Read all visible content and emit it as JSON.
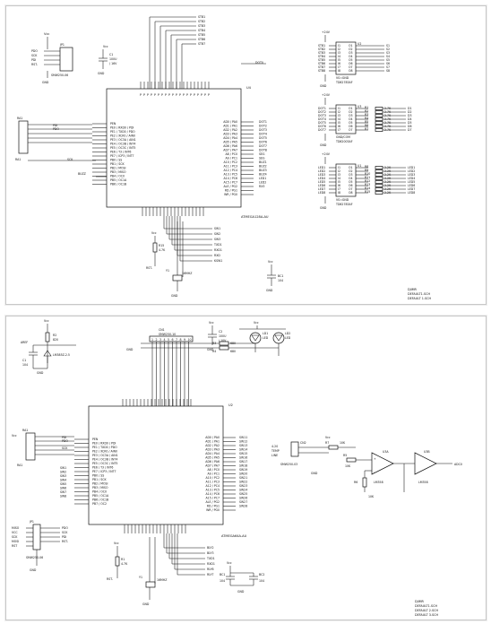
{
  "sheet1": {
    "mcu": {
      "ref": "U4",
      "part": "ATMEGA128A-AU",
      "left_pins": [
        "PEN",
        "PE0 / RXD0 / PDI",
        "PE1 / TXD0 / PDO",
        "PE2 / XCK0 / AIN0",
        "PE3 / OC3A / AIN1",
        "PE4 / OC3B / INT4",
        "PE5 / OC3C / INT5",
        "PE6 / T3 / INT6",
        "PE7 / ICP3 / INT7",
        "PB0 / SS",
        "PB1 / SCK",
        "PB2 / MOSI",
        "PB3 / MISO",
        "PB4 / OC0",
        "PB5 / OC1A",
        "PB6 / OC1B"
      ],
      "right_pins": [
        "AD0 / PA0",
        "AD1 / PA1",
        "AD2 / PA2",
        "AD3 / PA3",
        "AD4 / PA4",
        "AD5 / PA5",
        "AD6 / PA6",
        "AD7 / PA7",
        "A8 / PC0",
        "A9 / PC1",
        "A10 / PC2",
        "A11 / PC3",
        "A12 / PC4",
        "A13 / PC5",
        "A14 / PC6",
        "A15 / PC7",
        "ALE / PG2",
        "RD / PG1",
        "WR / PG0"
      ]
    },
    "isp_header": {
      "ref": "JP1",
      "part": "SMW250-06",
      "nets": [
        "PDO",
        "SCK",
        "PDI",
        "RST-"
      ]
    },
    "header_ra1": {
      "ref": "RA1",
      "pins": [
        "PDI",
        "PDO",
        "",
        "",
        "SCK"
      ]
    },
    "cap_c1": {
      "ref": "C1",
      "value": "100U",
      "voltage": "/ 16V"
    },
    "top_nets": [
      "STB1",
      "STB2",
      "STB3",
      "STB4",
      "STB5",
      "STB6",
      "STB7"
    ],
    "right_nets": [
      "DOT1",
      "DOT2",
      "DOT3",
      "DOT4",
      "DOT5",
      "DOT6",
      "DOT7",
      "DOT8",
      "SEG",
      "SEG",
      "BUZ1",
      "BUZ2",
      "BUZ3",
      "BUZ4",
      "LED1",
      "LED2",
      "RX3"
    ],
    "misc_labels": {
      "buzz": "BUZZ",
      "sck": "SCK",
      "rst": "RST-",
      "dotn": "DOT0"
    },
    "bottom_nets": [
      "SW1",
      "SW2",
      "SW3",
      "TXD1",
      "RXD1",
      "RXD",
      "KSW1"
    ],
    "crystal": {
      "ref": "Y1",
      "freq": "16MHZ"
    },
    "resistor_r15": {
      "ref": "R15",
      "value": "4.7K"
    },
    "cap_bc1": {
      "ref": "BC1",
      "value": "104"
    },
    "driver_u2": {
      "ref": "U2",
      "part": "TD62783AF",
      "pins_in": [
        "I1",
        "I2",
        "I3",
        "I4",
        "I5",
        "I6",
        "I7",
        "I8"
      ],
      "pins_out": [
        "O1",
        "O2",
        "O3",
        "O4",
        "O5",
        "O6",
        "O7",
        "O8"
      ],
      "nets_in": [
        "STB1",
        "STB2",
        "STB3",
        "STB4",
        "STB5",
        "STB6",
        "STB7",
        "STB8"
      ],
      "nets_out": [
        "S1",
        "S2",
        "S3",
        "S4",
        "S5",
        "S6",
        "S7",
        "S8"
      ],
      "supply": "+24V",
      "footer": "VS=GND"
    },
    "driver_u3": {
      "ref": "U3",
      "part": "TD62003AF",
      "pins_in": [
        "I1",
        "I2",
        "I3",
        "I4",
        "I5",
        "I6",
        "I7"
      ],
      "pins_out": [
        "O1",
        "O2",
        "O3",
        "O4",
        "O5",
        "O6",
        "O7"
      ],
      "nets_in": [
        "DOT1",
        "DOT2",
        "DOT3",
        "DOT4",
        "DOT5",
        "DOT6",
        "DOT7"
      ],
      "r_refs": [
        "R1",
        "R2",
        "R3",
        "R4",
        "R5",
        "R6",
        "R7"
      ],
      "r_val": "2.7K",
      "nets_out": [
        "D1",
        "D2",
        "D3",
        "D4",
        "D5",
        "D6",
        "D7"
      ],
      "supply": "+24V",
      "footer": "GND/COM"
    },
    "driver_u1": {
      "ref": "U1",
      "part": "TD62783AF",
      "pins_in": [
        "I1",
        "I2",
        "I3",
        "I4",
        "I5",
        "I6",
        "I7",
        "I8"
      ],
      "pins_out": [
        "O1",
        "O2",
        "O3",
        "O4",
        "O5",
        "O6",
        "O7",
        "O8"
      ],
      "nets_in": [
        "LED1",
        "LED2",
        "LED3",
        "LED4",
        "LED5",
        "LED6",
        "LED7",
        "LED8"
      ],
      "r_refs": [
        "R8",
        "R9",
        "R10",
        "R11",
        "R12",
        "R13",
        "R14",
        "R15"
      ],
      "r_val": "2.2K",
      "nets_out": [
        "LED1",
        "LED2",
        "LED3",
        "LED4",
        "LED5",
        "LED6",
        "LED7",
        "LED8"
      ],
      "supply": "+24V",
      "footer": "VS=GND"
    },
    "vcc": "Vcc",
    "gnd": "GND",
    "title_block": {
      "line1": "DJIMR",
      "line2": "DEFAULT1.SCH",
      "line3": "DEFAULT 1.SCH"
    }
  },
  "sheet2": {
    "mcu": {
      "ref": "U2",
      "part": "ATMEGA64A-AU",
      "left_pins": [
        "PEN",
        "PE0 / RXD0 / PDI",
        "PE1 / TXD0 / PDO",
        "PE2 / XCK0 / AIN0",
        "PE3 / OC3A / AIN1",
        "PE4 / OC3B / INT4",
        "PE5 / OC3C / INT5",
        "PE6 / T3 / INT6",
        "PE7 / ICP3 / INT7",
        "PB0 / SS",
        "PB1 / SCK",
        "PB2 / MOSI",
        "PB3 / MISO",
        "PB4 / OC0",
        "PB5 / OC1A",
        "PB6 / OC1B",
        "PB7 / OC2"
      ],
      "right_pins": [
        "AD0 / PA0",
        "AD1 / PA1",
        "AD2 / PA2",
        "AD3 / PA3",
        "AD4 / PA4",
        "AD5 / PA5",
        "AD6 / PA6",
        "AD7 / PA7",
        "A8 / PC0",
        "A9 / PC1",
        "A10 / PC2",
        "A11 / PC3",
        "A12 / PC4",
        "A13 / PC5",
        "A14 / PC6",
        "A15 / PC7",
        "ALE / PG2",
        "RD / PG1",
        "WR / PG0"
      ]
    },
    "vref": {
      "aref": "AREF",
      "r_ref": "R2",
      "r_val": "820",
      "c_ref": "C1",
      "c_val": "104",
      "zener": "LM385Z-2.5"
    },
    "header_cn1": {
      "ref": "CN1",
      "part": "SMW250-10"
    },
    "cap_c2": {
      "ref": "C2",
      "value": "100U",
      "voltage": "/ 10V"
    },
    "leds": [
      {
        "ref": "LD1",
        "label": "LED"
      },
      {
        "ref": "LD2",
        "label": "LED"
      }
    ],
    "led_resistors": [
      {
        "ref": "R3",
        "value": "680"
      },
      {
        "ref": "R4",
        "value": "680"
      }
    ],
    "header_ra1": {
      "ref": "RA1",
      "nets": [
        "PDI",
        "PDO",
        "",
        "SCK"
      ]
    },
    "left_nets": [
      "SW1",
      "SW2",
      "SW3",
      "SW4",
      "SW5",
      "SW6",
      "SW7",
      "SW8"
    ],
    "right_nets": [
      "SW11",
      "SW12",
      "SW13",
      "SW14",
      "SW15",
      "SW16",
      "SW17",
      "SW18",
      "SW19",
      "SW20",
      "SW21",
      "SW22",
      "SW23",
      "SW24",
      "SW25",
      "SW26",
      "SW27",
      "SW28"
    ],
    "isp_header": {
      "ref": "JP1",
      "part": "SMW250-06",
      "nets": [
        "PDO",
        "SCK",
        "PDI",
        "RST-"
      ],
      "left_nets": [
        "MISO",
        "VCC",
        "SCK",
        "MOSI",
        "RST"
      ]
    },
    "bottom_nets": [
      "BLY2",
      "BLY3",
      "TXD1",
      "RXD1",
      "RLY6",
      "RLY7"
    ],
    "crystal": {
      "ref": "Y1",
      "freq": "16MHZ"
    },
    "resistor_r1": {
      "ref": "R1",
      "value": "4.7K"
    },
    "caps": [
      {
        "ref": "BC1",
        "value": "104"
      },
      {
        "ref": "BC2",
        "value": "104"
      }
    ],
    "amp": {
      "connector": {
        "ref": "CN2",
        "part": "SMW250-03"
      },
      "input_lines": [
        "4-20",
        "TEMP",
        "LINE"
      ],
      "r_in": {
        "ref": "R5",
        "value": "10K"
      },
      "r_fb": {
        "ref": "R7",
        "value": "10K"
      },
      "pot": {
        "ref": "R6",
        "value": "10K"
      },
      "opamp_a": {
        "ref": "U3A",
        "part": "LM358"
      },
      "opamp_b": {
        "ref": "U3B",
        "part": "LM358"
      },
      "output": "ADC0"
    },
    "vcc": "Vcc",
    "gnd": "GND",
    "title_block": {
      "line1": "DJIMR",
      "line2": "DEFAULT1.SCH",
      "line3": "DEFAULT 2.SCH",
      "line4": "DEFAULT 3.SCH"
    }
  }
}
